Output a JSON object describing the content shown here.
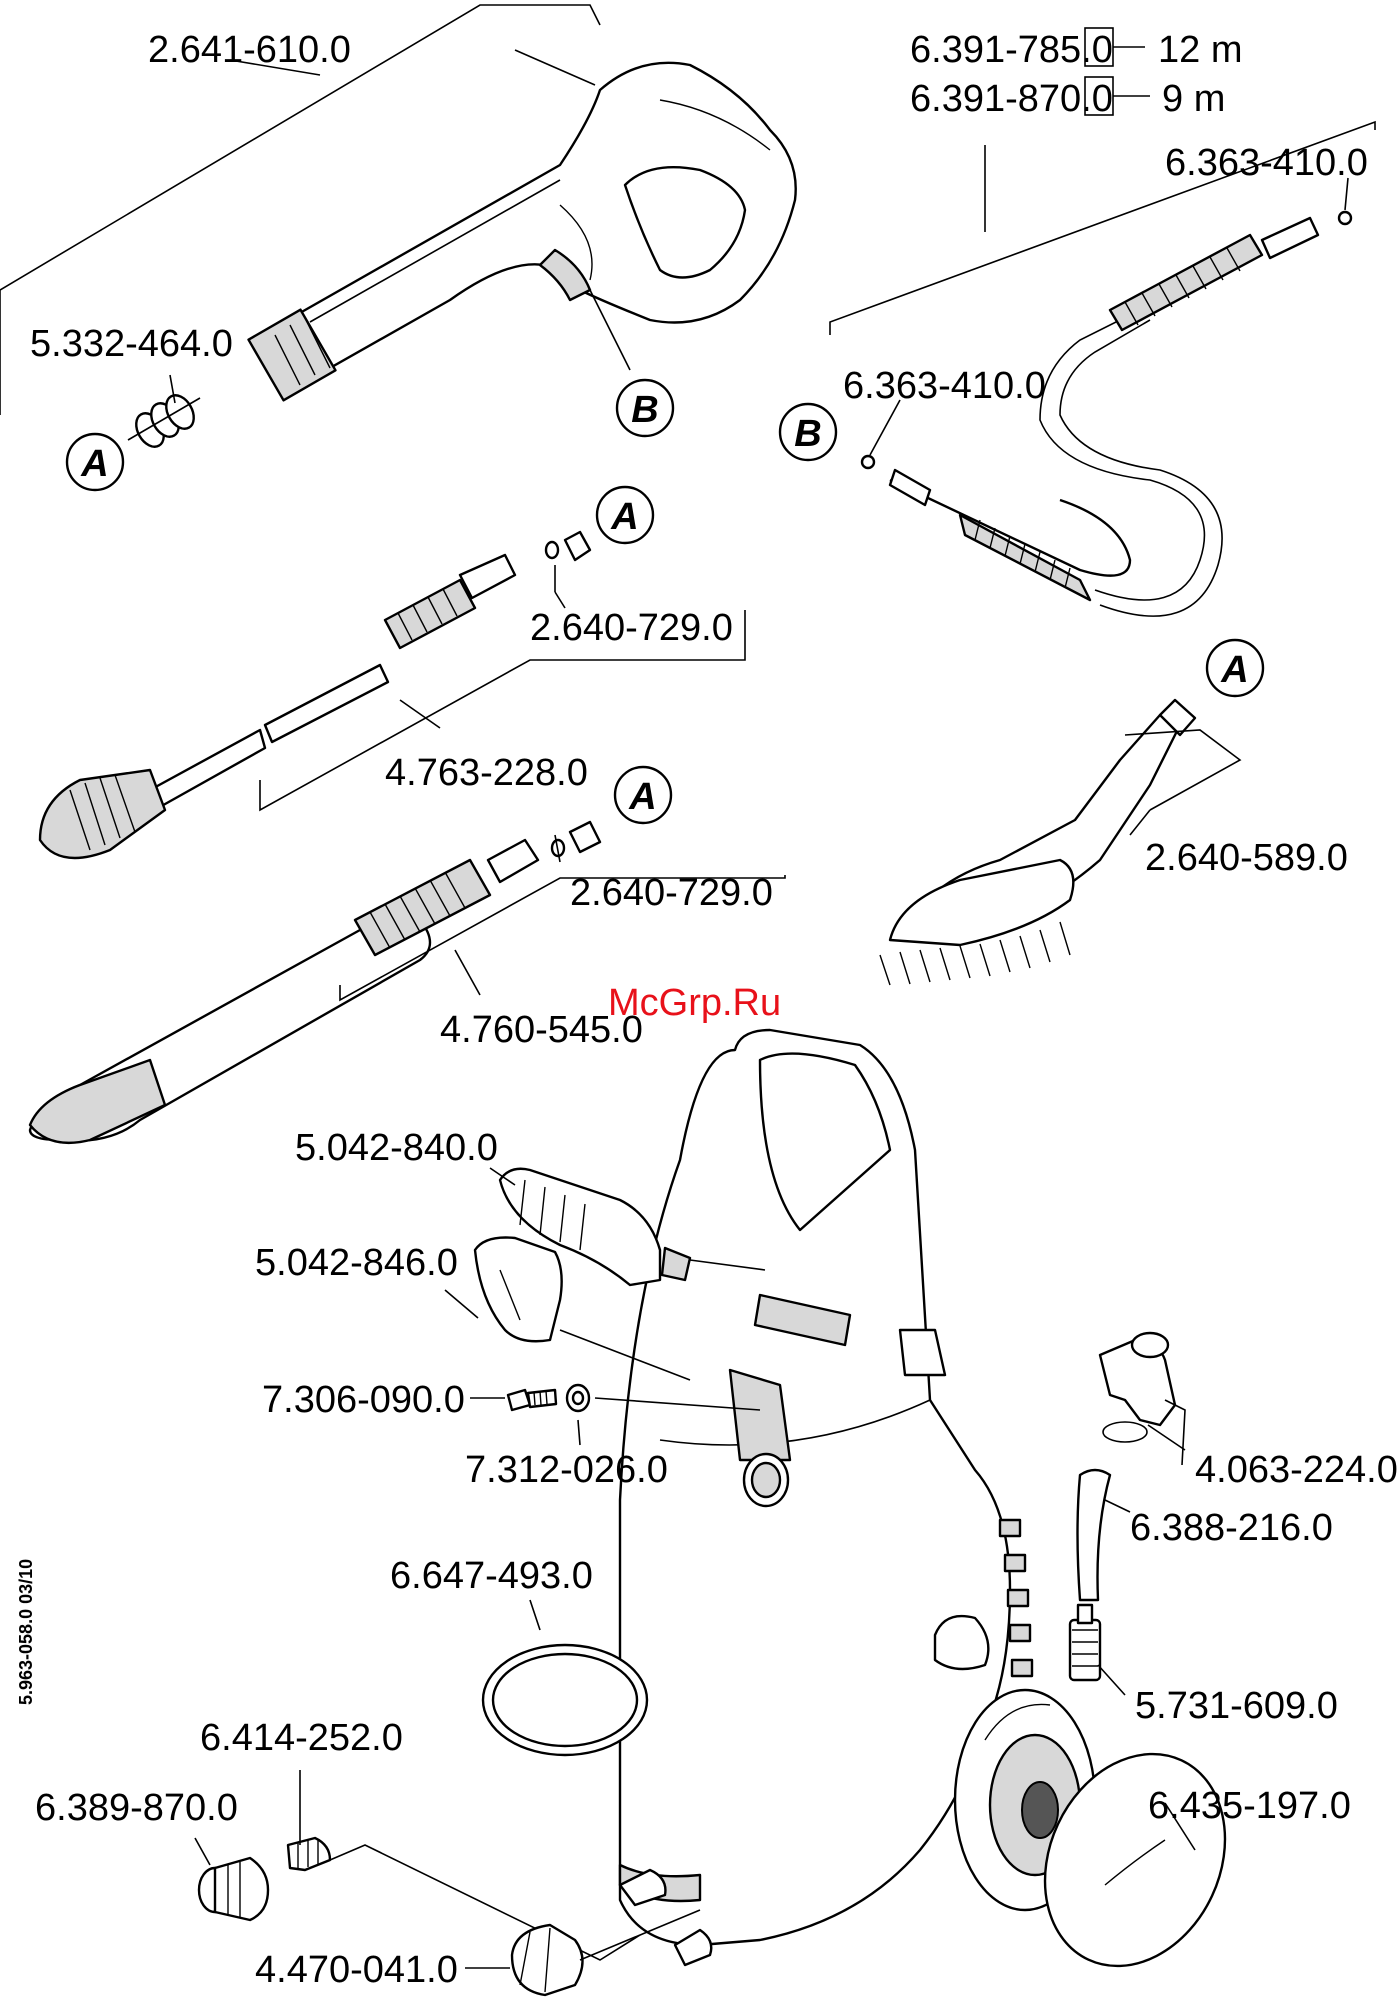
{
  "watermark": "McGrp.Ru",
  "side_code": "5.963-058.0  03/10",
  "parts": {
    "gun": "2.641-610.0",
    "gun_seal": "5.332-464.0",
    "hose_12": "6.391-785.0",
    "hose_12_len": "12 m",
    "hose_9": "6.391-870.0",
    "hose_9_len": "9 m",
    "oring_top": "6.363-410.0",
    "oring_mid": "6.363-410.0",
    "nozzle_connector_1": "2.640-729.0",
    "dirt_blaster": "4.763-228.0",
    "nozzle_connector_2": "2.640-729.0",
    "vario_lance": "4.760-545.0",
    "wash_brush": "2.640-589.0",
    "holder_large": "5.042-840.0",
    "holder_small": "5.042-846.0",
    "screw": "7.306-090.0",
    "washer": "7.312-026.0",
    "detergent_cap": "4.063-224.0",
    "suction_hose": "6.388-216.0",
    "filter": "5.731-609.0",
    "hose_ring": "6.647-493.0",
    "nipple": "6.414-252.0",
    "coupling": "6.389-870.0",
    "wheel_cap": "6.435-197.0",
    "water_inlet": "4.470-041.0"
  },
  "callouts": {
    "a": "A",
    "b": "B"
  }
}
